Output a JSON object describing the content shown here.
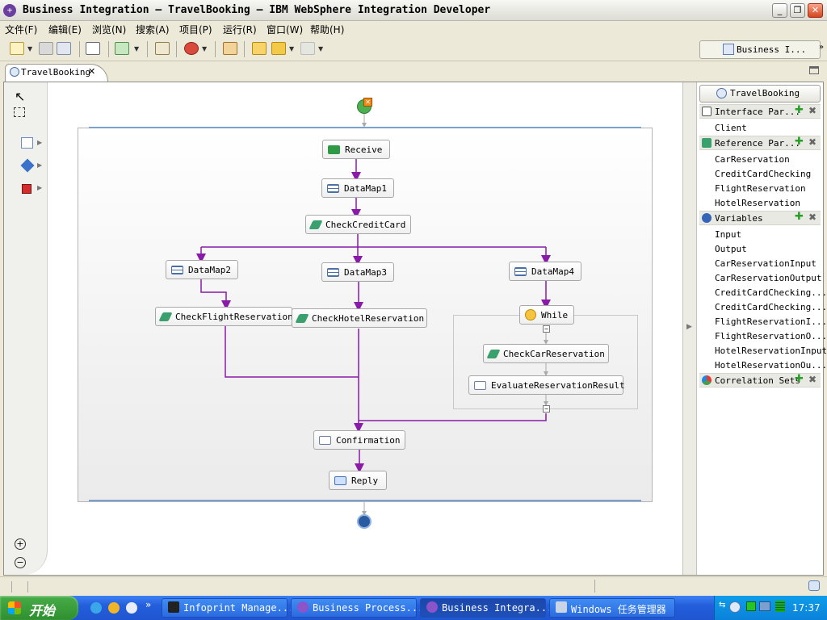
{
  "window": {
    "title": "Business Integration — TravelBooking — IBM WebSphere Integration Developer",
    "min": "_",
    "max": "❐",
    "close": "✕"
  },
  "menu": [
    "文件(F)",
    "编辑(E)",
    "浏览(N)",
    "搜索(A)",
    "项目(P)",
    "运行(R)",
    "窗口(W)",
    "帮助(H)"
  ],
  "perspective": {
    "label": "Business I..."
  },
  "editor_tab": {
    "label": "TravelBooking",
    "close": "✕"
  },
  "process": {
    "nodes": {
      "receive": "Receive",
      "datamap1": "DataMap1",
      "checkcreditcard": "CheckCreditCard",
      "datamap2": "DataMap2",
      "datamap3": "DataMap3",
      "datamap4": "DataMap4",
      "checkflight": "CheckFlightReservation",
      "checkhotel": "CheckHotelReservation",
      "while": "While",
      "checkcar": "CheckCarReservation",
      "evaluate": "EvaluateReservationResult",
      "confirmation": "Confirmation",
      "reply": "Reply"
    }
  },
  "tray": {
    "title": "TravelBooking",
    "interface_header": "Interface Par...",
    "interface_items": [
      "Client"
    ],
    "reference_header": "Reference Par...",
    "reference_items": [
      "CarReservation",
      "CreditCardChecking",
      "FlightReservation",
      "HotelReservation"
    ],
    "variables_header": "Variables",
    "variables_items": [
      "Input",
      "Output",
      "CarReservationInput",
      "CarReservationOutput",
      "CreditCardChecking...",
      "CreditCardChecking...",
      "FlightReservationI...",
      "FlightReservationO...",
      "HotelReservationInput",
      "HotelReservationOu..."
    ],
    "correlation_header": "Correlation Sets"
  },
  "taskbar": {
    "start": "开始",
    "tasks": [
      "Infoprint Manage...",
      "Business Process...",
      "Business Integra...",
      "Windows 任务管理器"
    ],
    "clock": "17:37",
    "overflow": "»"
  },
  "colors": {
    "flow": "#8a1aa8",
    "accent_blue": "#7aa0d2"
  }
}
